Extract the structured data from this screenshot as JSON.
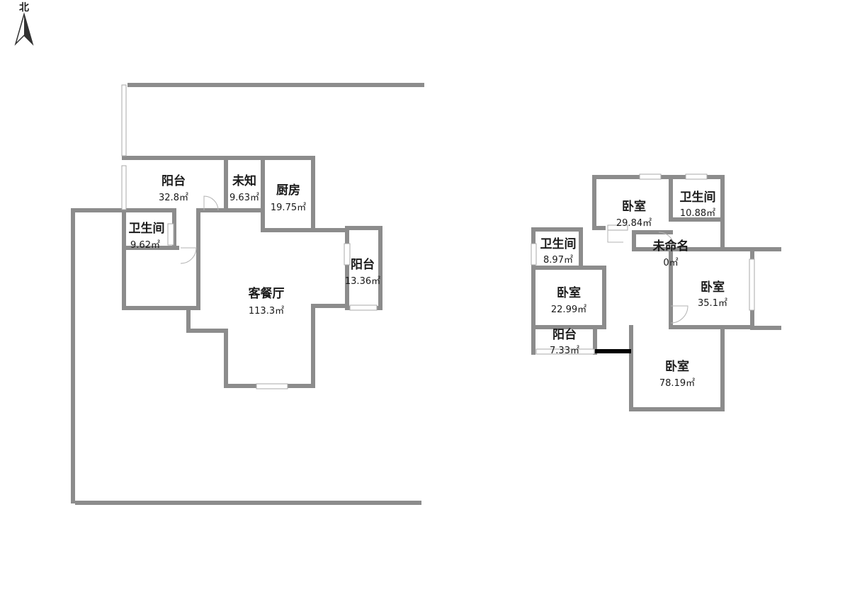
{
  "compass": {
    "label": "北"
  },
  "rooms": [
    {
      "id": "balcony-1",
      "name": "阳台",
      "area": "32.8㎡"
    },
    {
      "id": "unknown",
      "name": "未知",
      "area": "9.63㎡"
    },
    {
      "id": "kitchen",
      "name": "厨房",
      "area": "19.75㎡"
    },
    {
      "id": "bathroom-1",
      "name": "卫生间",
      "area": "9.62㎡"
    },
    {
      "id": "balcony-2",
      "name": "阳台",
      "area": "13.36㎡"
    },
    {
      "id": "living-dining",
      "name": "客餐厅",
      "area": "113.3㎡"
    },
    {
      "id": "bedroom-1",
      "name": "卧室",
      "area": "29.84㎡"
    },
    {
      "id": "bathroom-2",
      "name": "卫生间",
      "area": "10.88㎡"
    },
    {
      "id": "bathroom-3",
      "name": "卫生间",
      "area": "8.97㎡"
    },
    {
      "id": "unnamed",
      "name": "未命名",
      "area": "0㎡"
    },
    {
      "id": "bedroom-2",
      "name": "卧室",
      "area": "35.1㎡"
    },
    {
      "id": "bedroom-3",
      "name": "卧室",
      "area": "22.99㎡"
    },
    {
      "id": "balcony-3",
      "name": "阳台",
      "area": "7.33㎡"
    },
    {
      "id": "bedroom-4",
      "name": "卧室",
      "area": "78.19㎡"
    }
  ]
}
